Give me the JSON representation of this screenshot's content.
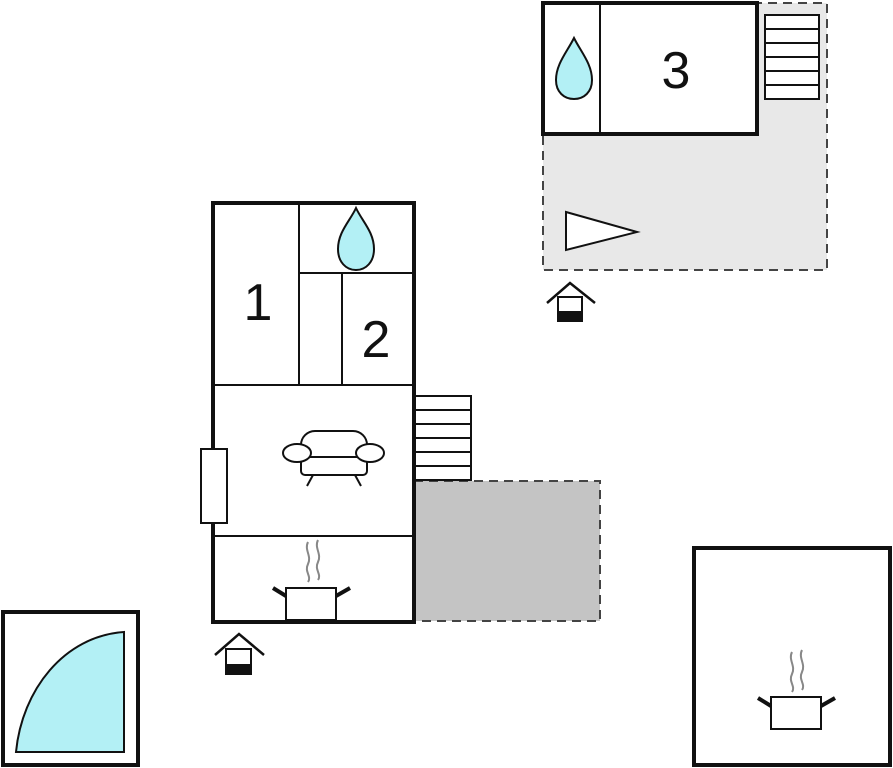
{
  "colors": {
    "wall": "#111111",
    "water": "#b3f0f5",
    "terrace_dark": "#c4c4c4",
    "terrace_light": "#e8e8e8",
    "background": "#ffffff"
  },
  "rooms": {
    "bedroom_1": "1",
    "bedroom_2": "2",
    "bedroom_3": "3"
  },
  "icons": [
    "water-drop-icon",
    "sofa-icon",
    "cooking-pot-icon",
    "entrance-icon",
    "stairs-icon",
    "pool-icon",
    "direction-arrow-icon"
  ]
}
